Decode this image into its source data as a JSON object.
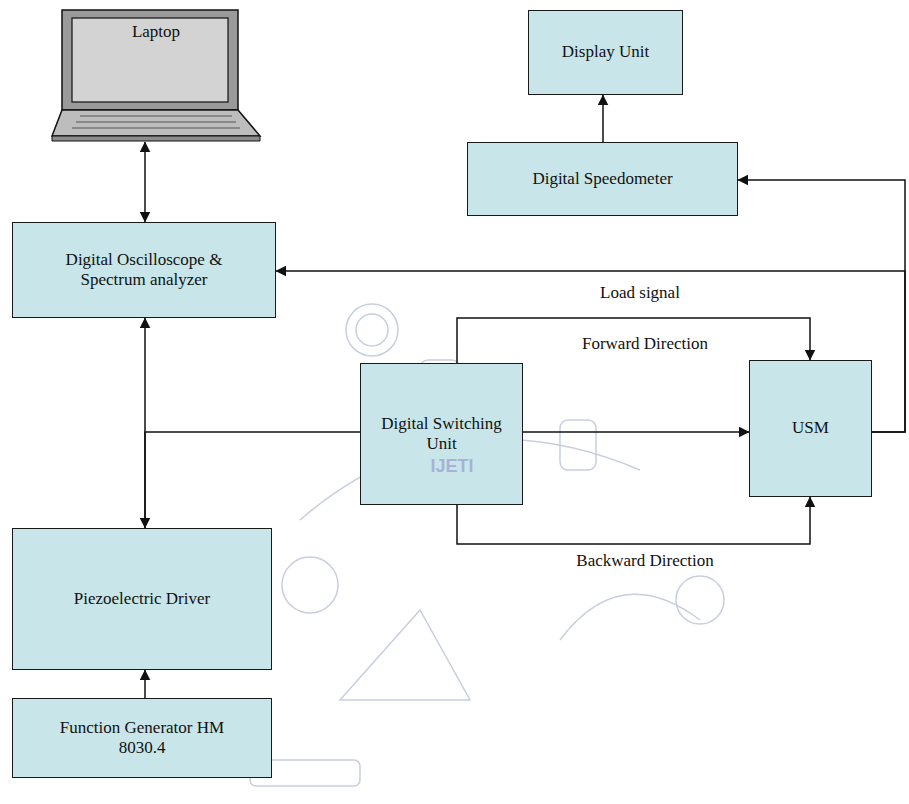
{
  "diagram": {
    "nodes": [
      {
        "text": [
          "Laptop"
        ]
      },
      {
        "text": [
          "Display Unit"
        ]
      },
      {
        "text": [
          "Digital Speedometer"
        ]
      },
      {
        "text": [
          "Digital Oscilloscope & Spectrum analyzer"
        ]
      },
      {
        "text": [
          "Digital Switching Unit"
        ]
      },
      {
        "text": [
          "USM"
        ]
      },
      {
        "text": [
          "Piezoelectric Driver"
        ]
      },
      {
        "text": [
          "Function Generator HM 8030.4"
        ]
      }
    ],
    "edges": [
      {
        "from": 0,
        "to": 3,
        "arrow": "both"
      },
      {
        "from": 2,
        "to": 1,
        "arrow": "to"
      },
      {
        "from": 5,
        "to": 2,
        "arrow": "to"
      },
      {
        "from": 5,
        "to": 3,
        "arrow": "to",
        "label": "Load signal"
      },
      {
        "from": 4,
        "to": 5,
        "arrow": "to",
        "label": "Forward Direction"
      },
      {
        "from": 4,
        "to": 5,
        "arrow": "to"
      },
      {
        "from": 4,
        "to": 5,
        "arrow": "to",
        "label": "Backward Direction"
      },
      {
        "from": 3,
        "to": 6,
        "arrow": "both"
      },
      {
        "from": 6,
        "to": 4,
        "arrow": "none"
      },
      {
        "from": 7,
        "to": 6,
        "arrow": "to"
      }
    ],
    "labels": [
      "IJETI"
    ]
  }
}
